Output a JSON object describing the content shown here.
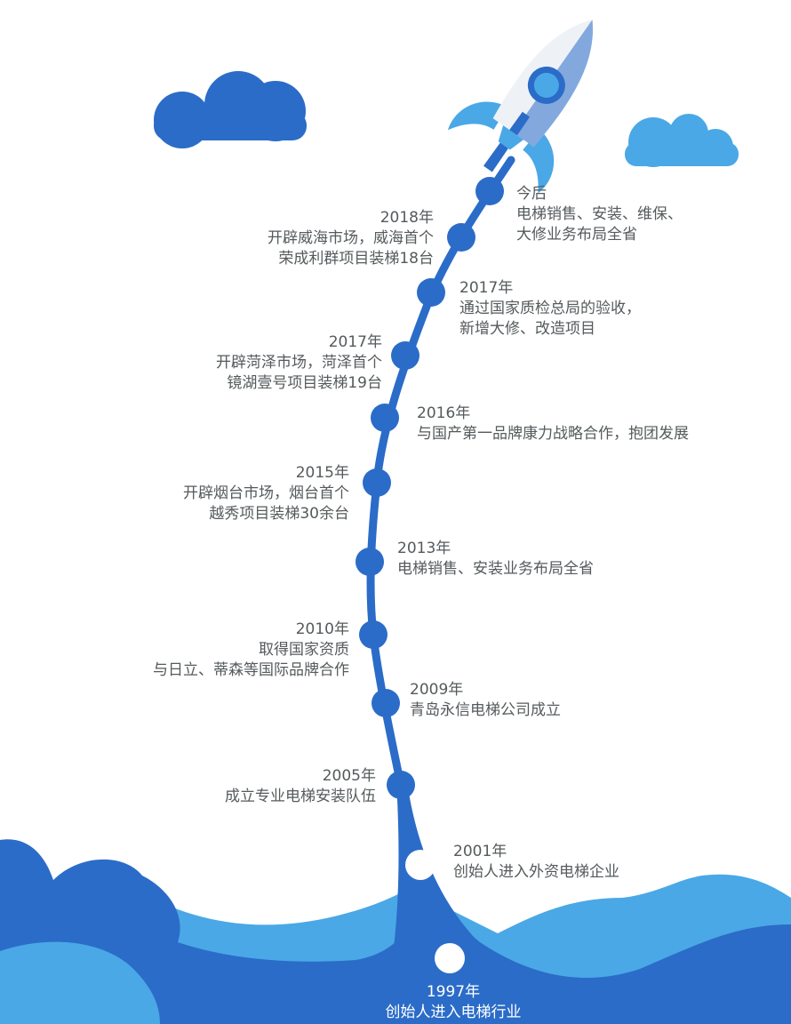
{
  "colors": {
    "dark_blue": "#2b6cc8",
    "light_blue": "#4aa8e6",
    "text": "#555a5c"
  },
  "milestones": [
    {
      "year": "今后",
      "lines": [
        "电梯销售、安装、维保、",
        "大修业务布局全省"
      ]
    },
    {
      "year": "2018年",
      "lines": [
        "开辟威海市场，威海首个",
        "荣成利群项目装梯18台"
      ]
    },
    {
      "year": "2017年",
      "lines": [
        "通过国家质检总局的验收，",
        "新增大修、改造项目"
      ]
    },
    {
      "year": "2017年",
      "lines": [
        "开辟菏泽市场，菏泽首个",
        "镜湖壹号项目装梯19台"
      ]
    },
    {
      "year": "2016年",
      "lines": [
        "与国产第一品牌康力战略合作，抱团发展"
      ]
    },
    {
      "year": "2015年",
      "lines": [
        "开辟烟台市场，烟台首个",
        "越秀项目装梯30余台"
      ]
    },
    {
      "year": "2013年",
      "lines": [
        "电梯销售、安装业务布局全省"
      ]
    },
    {
      "year": "2010年",
      "lines": [
        "取得国家资质",
        "与日立、蒂森等国际品牌合作"
      ]
    },
    {
      "year": "2009年",
      "lines": [
        "青岛永信电梯公司成立"
      ]
    },
    {
      "year": "2005年",
      "lines": [
        "成立专业电梯安装队伍"
      ]
    },
    {
      "year": "2001年",
      "lines": [
        "创始人进入外资电梯企业"
      ]
    },
    {
      "year": "1997年",
      "lines": [
        "创始人进入电梯行业"
      ]
    }
  ]
}
